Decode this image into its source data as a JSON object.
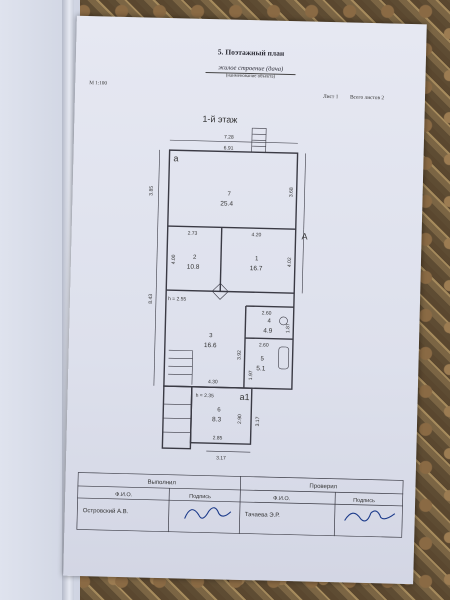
{
  "document": {
    "title": "5. Поэтажный план",
    "subtitle": "жилое строение (дача)",
    "subtitle_caption": "(наименование объекта)",
    "scale": "М 1:100",
    "sheet_number": "Лист 1",
    "sheet_total": "Всего листов 2",
    "floor_label": "1-й этаж"
  },
  "plan": {
    "letters": {
      "a": "a",
      "A": "A",
      "a1": "a1"
    },
    "rooms": [
      {
        "num": "7",
        "area": "25.4"
      },
      {
        "num": "2",
        "area": "10.8"
      },
      {
        "num": "1",
        "area": "16.7"
      },
      {
        "num": "4",
        "area": "4.9"
      },
      {
        "num": "3",
        "area": "16.6"
      },
      {
        "num": "5",
        "area": "5.1"
      },
      {
        "num": "6",
        "area": "8.3"
      }
    ],
    "dims": {
      "top_outer": "7.28",
      "top_inner": "6.91",
      "left_top": "3.85",
      "right_top": "3.68",
      "room2_width": "2.73",
      "room1_width": "4.20",
      "room2_height": "4.00",
      "room1_height": "4.02",
      "left_total": "8.43",
      "room4_width": "2.60",
      "room4_height": "1.87",
      "room3_height": "3.92",
      "room5_width": "2.60",
      "room5_height": "1.97",
      "room3_bottom": "4.30",
      "annex_height": "2.90",
      "annex_right": "3.17",
      "annex_inner": "2.85",
      "annex_outer": "3.17"
    },
    "heights": {
      "main": "h = 2.55",
      "annex": "h = 2.35"
    }
  },
  "signatures": {
    "performed_label": "Выполнил",
    "checked_label": "Проверил",
    "fio_label": "Ф.И.О.",
    "signature_label": "Подпись",
    "signature_label_2": "Подпись",
    "fio_label_2": "Ф.И.О.",
    "performer_name": "Островский А.В.",
    "checker_name": "Тачаева Э.Р."
  }
}
